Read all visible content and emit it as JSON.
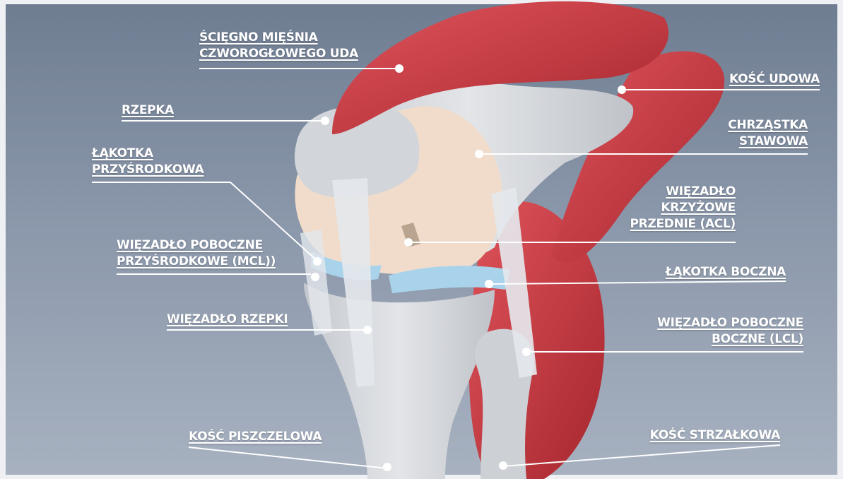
{
  "labels": {
    "quad_tendon": [
      "ŚCIĘGNO MIĘŚNIA",
      "CZWOROGŁOWEGO UDA"
    ],
    "patella": [
      "RZEPKA"
    ],
    "medial_meniscus": [
      "ŁĄKOTKA",
      "PRZYŚRODKOWA"
    ],
    "mcl": [
      "WIĘZADŁO POBOCZNE",
      "PRZYŚRODKOWE (MCL))"
    ],
    "patellar_ligament": [
      "WIĘZADŁO RZEPKI"
    ],
    "tibia": [
      "KOŚĆ PISZCZELOWA"
    ],
    "femur": [
      "KOŚĆ UDOWA"
    ],
    "cartilage": [
      "CHRZĄSTKA",
      "STAWOWA"
    ],
    "acl": [
      "WIĘZADŁO",
      "KRZYŻOWE",
      "PRZEDNIE (ACL)"
    ],
    "lateral_meniscus": [
      "ŁĄKOTKA BOCZNA"
    ],
    "lcl": [
      "WIĘZADŁO POBOCZNE",
      "BOCZNE (LCL)"
    ],
    "fibula": [
      "KOŚĆ STRZAŁKOWA"
    ]
  },
  "colors": {
    "background": "#7f8ca0",
    "muscle": "#c8373f",
    "bone": "#d6d9dd",
    "cartilage": "#f1dccb",
    "meniscus": "#a9d3ea",
    "ligament": "#e4e7ec",
    "label": "#ffffff"
  }
}
